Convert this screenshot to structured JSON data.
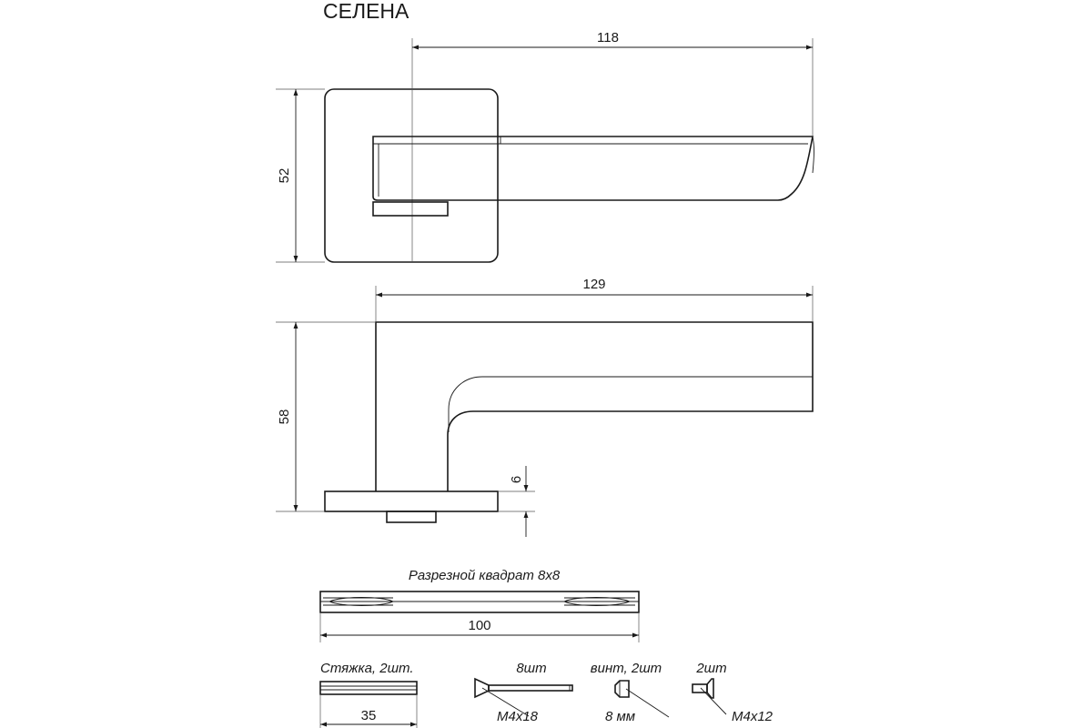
{
  "title": "СЕЛЕНА",
  "top_view": {
    "width_label": "118",
    "height_label": "52"
  },
  "side_view": {
    "width_label": "129",
    "height_label": "58",
    "rose_thickness_label": "6"
  },
  "spindle": {
    "caption": "Разрезной квадрат 8х8",
    "length_label": "100"
  },
  "parts": {
    "tie_rod": {
      "caption": "Стяжка, 2шт.",
      "length_label": "35"
    },
    "screw_m4x18": {
      "count_label": "8шт",
      "size_label": "М4х18"
    },
    "set_screw": {
      "count_label": "винт, 2шт",
      "size_label": "8 мм"
    },
    "screw_m4x12": {
      "count_label": "2шт",
      "size_label": "М4х12"
    }
  },
  "colors": {
    "line": "#1a1a1a",
    "background": "#ffffff"
  }
}
